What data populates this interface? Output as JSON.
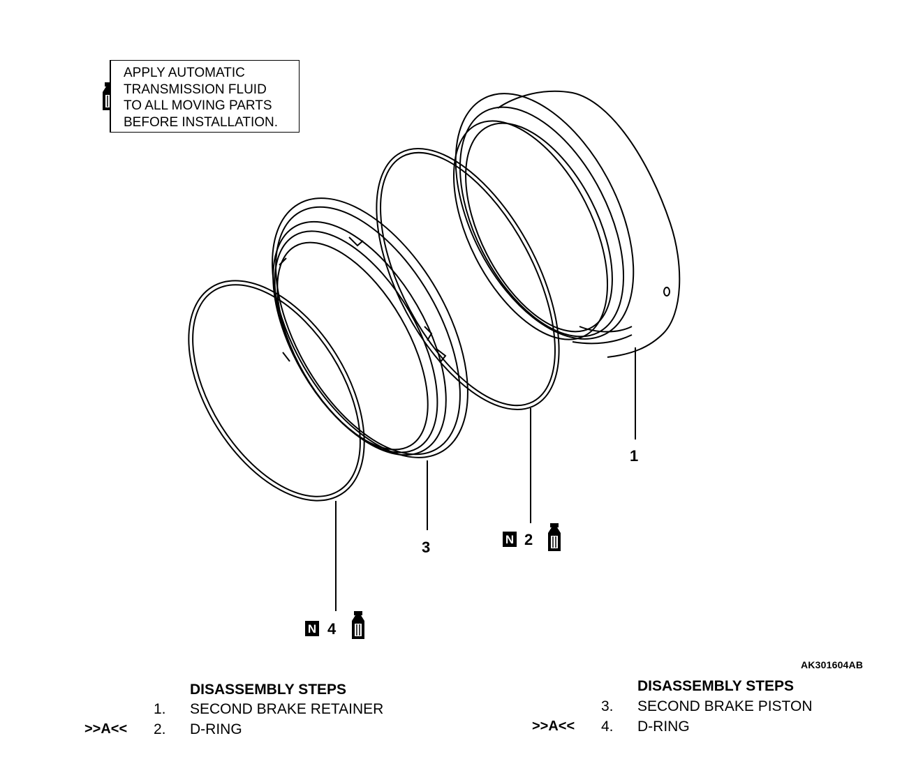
{
  "note": {
    "lines": [
      "APPLY AUTOMATIC",
      "TRANSMISSION FLUID",
      "TO ALL MOVING PARTS",
      "BEFORE INSTALLATION."
    ],
    "icon": "fluid-bottle-icon"
  },
  "callouts": {
    "c1": "1",
    "c2": "2",
    "c3": "3",
    "c4": "4",
    "n_symbol": "N"
  },
  "reference_code": "AK301604AB",
  "steps_left": {
    "heading": "DISASSEMBLY STEPS",
    "items": [
      {
        "marker": "",
        "number": "1.",
        "text": "SECOND BRAKE RETAINER"
      },
      {
        "marker": ">>A<<",
        "number": "2.",
        "text": "D-RING"
      }
    ]
  },
  "steps_right": {
    "heading": "DISASSEMBLY STEPS",
    "items": [
      {
        "marker": "",
        "number": "3.",
        "text": "SECOND BRAKE PISTON"
      },
      {
        "marker": ">>A<<",
        "number": "4.",
        "text": "D-RING"
      }
    ]
  }
}
